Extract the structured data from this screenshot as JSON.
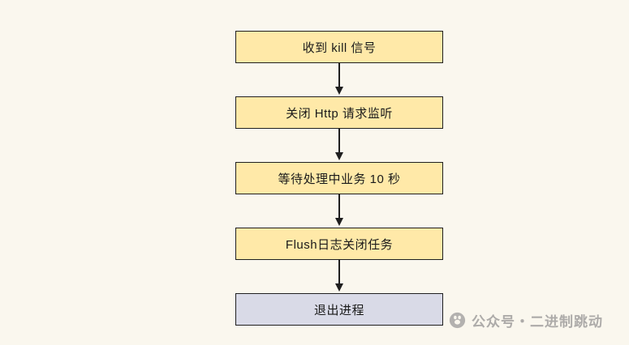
{
  "flowchart": {
    "nodes": [
      {
        "label": "收到 kill 信号",
        "type": "process"
      },
      {
        "label": "关闭 Http 请求监听",
        "type": "process"
      },
      {
        "label": "等待处理中业务 10 秒",
        "type": "process"
      },
      {
        "label": "Flush日志关闭任务",
        "type": "process"
      },
      {
        "label": "退出进程",
        "type": "end"
      }
    ],
    "colors": {
      "background": "#FAF7EE",
      "process_fill": "#FFE9A8",
      "end_fill": "#D9DAE7",
      "border": "#1f1f1f",
      "watermark_color": "#ADABA9"
    }
  },
  "watermark": {
    "text": "公众号・二进制跳动"
  }
}
